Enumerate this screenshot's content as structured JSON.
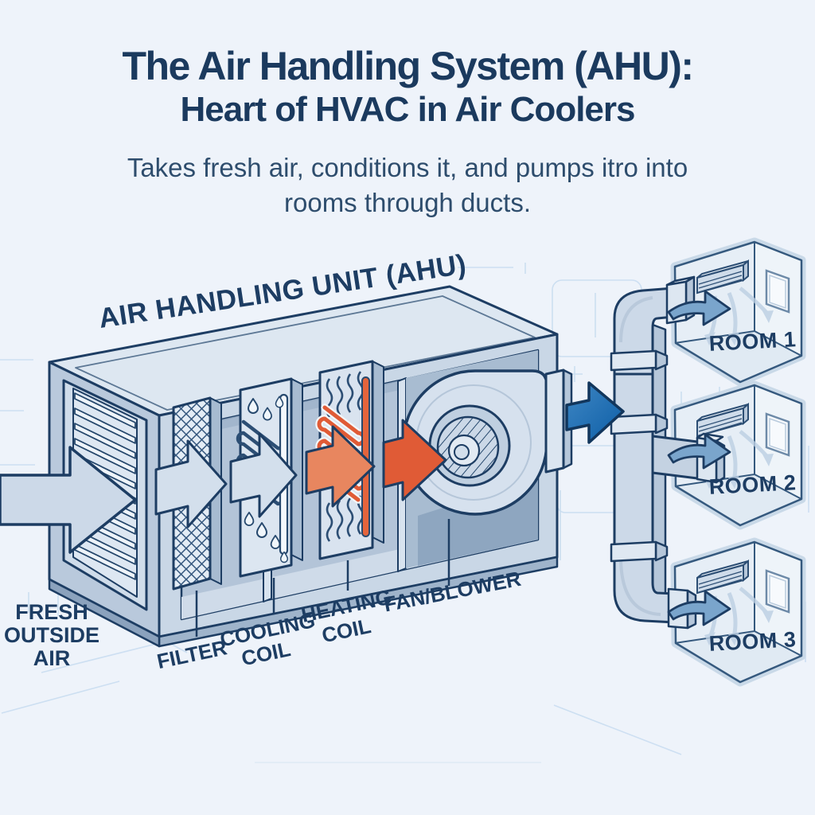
{
  "title": {
    "line1": "The Air Handling System (AHU):",
    "line2": "Heart of HVAC in Air Coolers"
  },
  "subtitle": {
    "line1": "Takes fresh air, conditions it, and pumps itro into",
    "line2": "rooms through ducts."
  },
  "ahu": {
    "label": "AIR HANDLING UNIT (AHU)",
    "components": {
      "fresh_air": {
        "line1": "FRESH",
        "line2": "OUTSIDE",
        "line3": "AIR"
      },
      "filter": {
        "label": "FILTER"
      },
      "cooling_coil": {
        "line1": "COOLING",
        "line2": "COIL"
      },
      "heating_coil": {
        "line1": "HEATING",
        "line2": "COIL"
      },
      "fan": {
        "label": "FAN/BLOWER"
      }
    }
  },
  "rooms": [
    {
      "label": "ROOM 1"
    },
    {
      "label": "ROOM 2"
    },
    {
      "label": "ROOM 3"
    }
  ],
  "colors": {
    "background": "#eef3fa",
    "ink": "#1d3d63",
    "title": "#1b3a5e",
    "subtitle": "#2e4d6d",
    "casing": "#c9d7e6",
    "duct": "#ccd9e8",
    "cool_arrow": "#d3dfec",
    "warm_arrow": "#e8865f",
    "hot_arrow": "#e05b36",
    "heating_coil": "#e05b36",
    "supply_arrow": "#1565a8",
    "room_entry_arrow": "#7aa5cc",
    "blueprint_line": "#b7d2ec"
  }
}
